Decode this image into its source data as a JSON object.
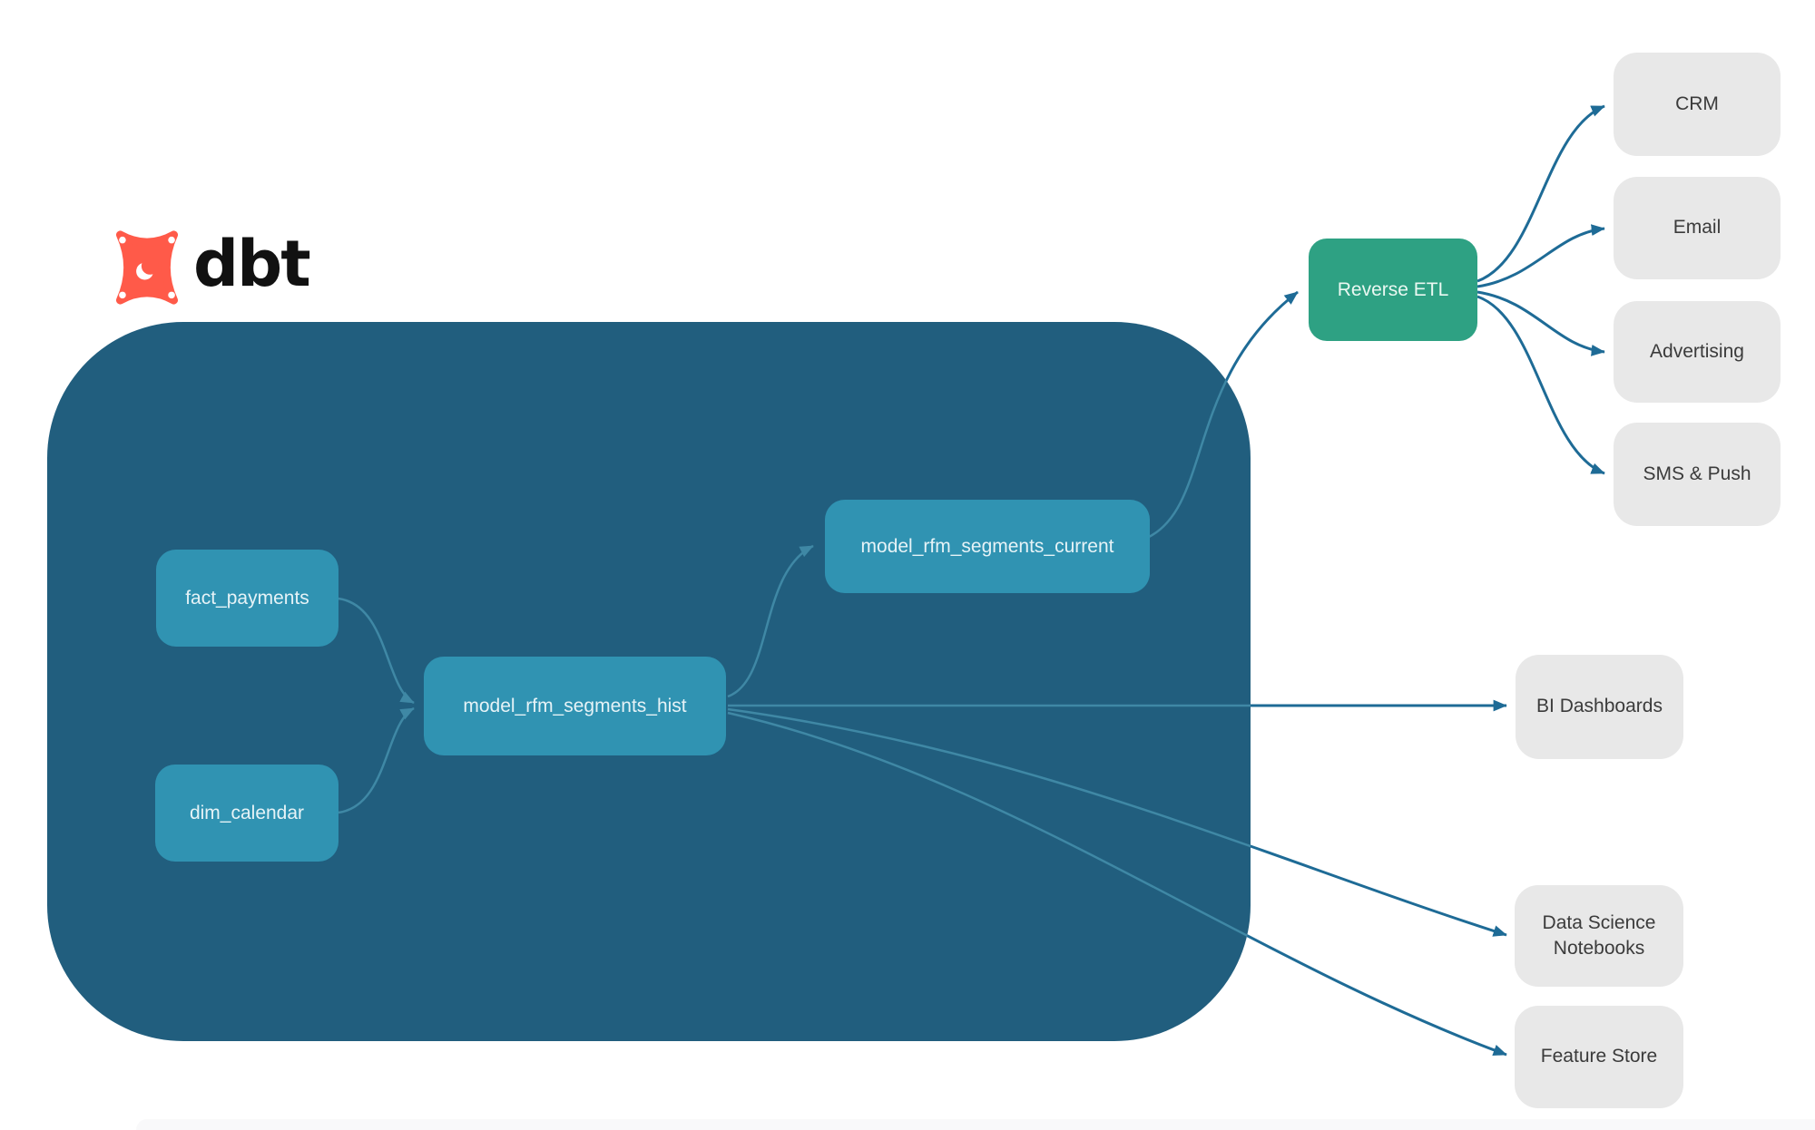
{
  "logo": {
    "text": "dbt"
  },
  "nodes": {
    "fact_payments": {
      "label": "fact_payments",
      "group": "dbt-container"
    },
    "dim_calendar": {
      "label": "dim_calendar",
      "group": "dbt-container"
    },
    "model_rfm_segments_hist": {
      "label": "model_rfm_segments_hist",
      "group": "dbt-container"
    },
    "model_rfm_segments_current": {
      "label": "model_rfm_segments_current",
      "group": "dbt-container"
    },
    "reverse_etl": {
      "label": "Reverse ETL",
      "group": "middleware"
    },
    "crm": {
      "label": "CRM",
      "group": "destination"
    },
    "email": {
      "label": "Email",
      "group": "destination"
    },
    "advertising": {
      "label": "Advertising",
      "group": "destination"
    },
    "sms_push": {
      "label": "SMS & Push",
      "group": "destination"
    },
    "bi_dashboards": {
      "label": "BI Dashboards",
      "group": "destination"
    },
    "data_science_notebooks": {
      "label": "Data Science Notebooks",
      "group": "destination"
    },
    "feature_store": {
      "label": "Feature Store",
      "group": "destination"
    }
  },
  "edges": [
    {
      "from": "fact_payments",
      "to": "model_rfm_segments_hist"
    },
    {
      "from": "dim_calendar",
      "to": "model_rfm_segments_hist"
    },
    {
      "from": "model_rfm_segments_hist",
      "to": "model_rfm_segments_current"
    },
    {
      "from": "model_rfm_segments_current",
      "to": "reverse_etl"
    },
    {
      "from": "model_rfm_segments_hist",
      "to": "bi_dashboards"
    },
    {
      "from": "model_rfm_segments_hist",
      "to": "data_science_notebooks"
    },
    {
      "from": "model_rfm_segments_hist",
      "to": "feature_store"
    },
    {
      "from": "reverse_etl",
      "to": "crm"
    },
    {
      "from": "reverse_etl",
      "to": "email"
    },
    {
      "from": "reverse_etl",
      "to": "advertising"
    },
    {
      "from": "reverse_etl",
      "to": "sms_push"
    }
  ],
  "colors": {
    "container_bg": "#215e7e",
    "model_node_bg": "#3093b2",
    "reverse_etl_bg": "#2ea183",
    "destination_bg": "#e8e8e8",
    "edge_outer": "#1e6b96",
    "edge_inner": "#3f88a5",
    "logo_orange": "#ff5a49"
  }
}
